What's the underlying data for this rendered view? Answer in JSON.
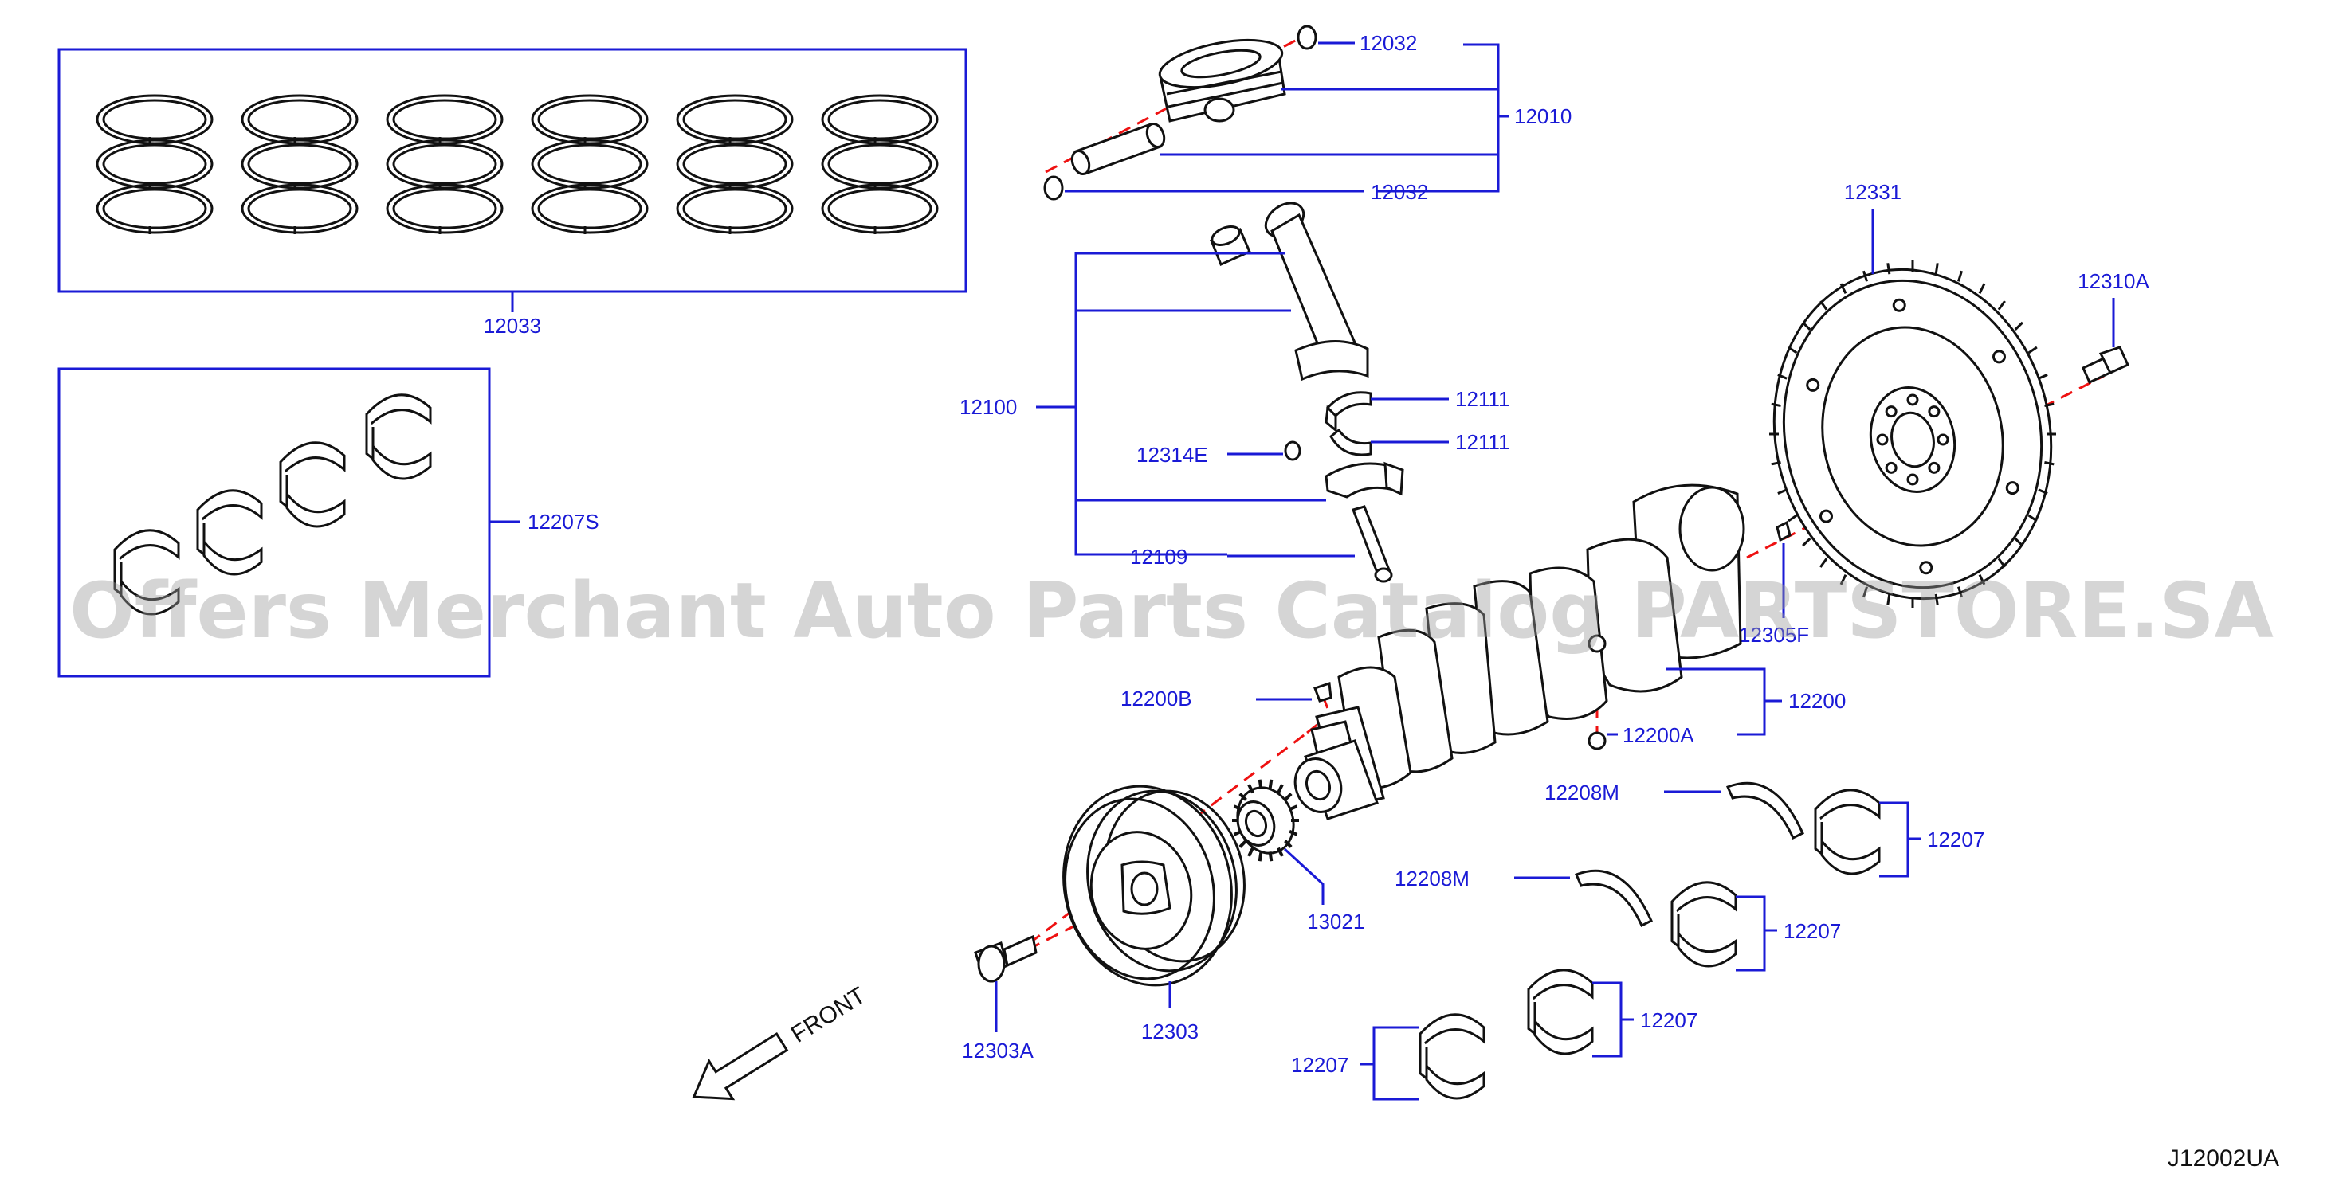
{
  "diagram": {
    "code": "J12002UA",
    "front_label": "FRONT",
    "watermark": "Offers Merchant Auto Parts Catalog PARTSTORE.SA",
    "labels": {
      "p12032_top": "12032",
      "p12010": "12010",
      "p12032_bottom": "12032",
      "p12033": "12033",
      "p12331": "12331",
      "p12310A": "12310A",
      "p12100": "12100",
      "p12111_a": "12111",
      "p12111_b": "12111",
      "p12314E": "12314E",
      "p12109": "12109",
      "p12207S": "12207S",
      "p12305F": "12305F",
      "p12200B": "12200B",
      "p12200": "12200",
      "p12200A": "12200A",
      "p12208M_a": "12208M",
      "p12208M_b": "12208M",
      "p12207_a": "12207",
      "p12207_b": "12207",
      "p12207_c": "12207",
      "p12207_d": "12207",
      "p13021": "13021",
      "p12303A": "12303A",
      "p12303": "12303"
    }
  }
}
